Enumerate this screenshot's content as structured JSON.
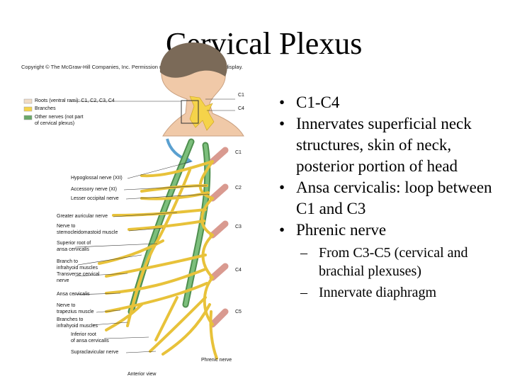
{
  "slide": {
    "title": "Cervical Plexus",
    "copyright": "Copyright © The McGraw-Hill Companies, Inc. Permission required for reproduction or display."
  },
  "figure": {
    "legend": {
      "roots": "Roots (ventral rami): C1, C2, C3, C4",
      "branches": "Branches",
      "other": "Other nerves (not part\nof cervical plexus)"
    },
    "inset_labels": {
      "c1": "C1",
      "c4": "C4"
    },
    "spinal_labels": {
      "c1": "C1",
      "c2": "C2",
      "c3": "C3",
      "c4": "C4",
      "c5": "C5"
    },
    "nerve_labels": {
      "hypoglossal": "Hypoglossal nerve (XII)",
      "accessory": "Accessory nerve (XI)",
      "lesser_occipital": "Lesser occipital nerve",
      "great_auricular": "Greater auricular nerve",
      "scm": "Nerve to\nsternocleidomastoid muscle",
      "superior_root": "Superior root of\nansa cervicalis",
      "infrahyoid_1": "Branch to\ninfrahyoid muscles",
      "transverse_cervical": "Transverse cervical\nnerve",
      "ansa": "Ansa cervicalis",
      "trapezius": "Nerve to\ntrapezius muscle",
      "infrahyoid_2": "Branches to\ninfrahyoid muscles",
      "inferior_root": "Inferior root\nof ansa cervicalis",
      "supraclavicular": "Supraclavicular nerve",
      "phrenic": "Phrenic nerve",
      "view": "Anterior view"
    },
    "colors": {
      "root": "#f2dcc6",
      "branch": "#f5d34a",
      "other": "#6aa86a",
      "skin": "#f0c9a8",
      "hair": "#7b6a58"
    }
  },
  "bullets": [
    {
      "text": "C1-C4"
    },
    {
      "text": "Innervates superficial neck structures, skin of neck,  posterior portion of head"
    },
    {
      "text": "Ansa cervicalis: loop between C1 and C3"
    },
    {
      "text": "Phrenic nerve",
      "sub": [
        {
          "text": "From C3-C5 (cervical and brachial plexuses)"
        },
        {
          "text": "Innervate diaphragm"
        }
      ]
    }
  ],
  "bullet_glyph": "•",
  "dash_glyph": "–"
}
